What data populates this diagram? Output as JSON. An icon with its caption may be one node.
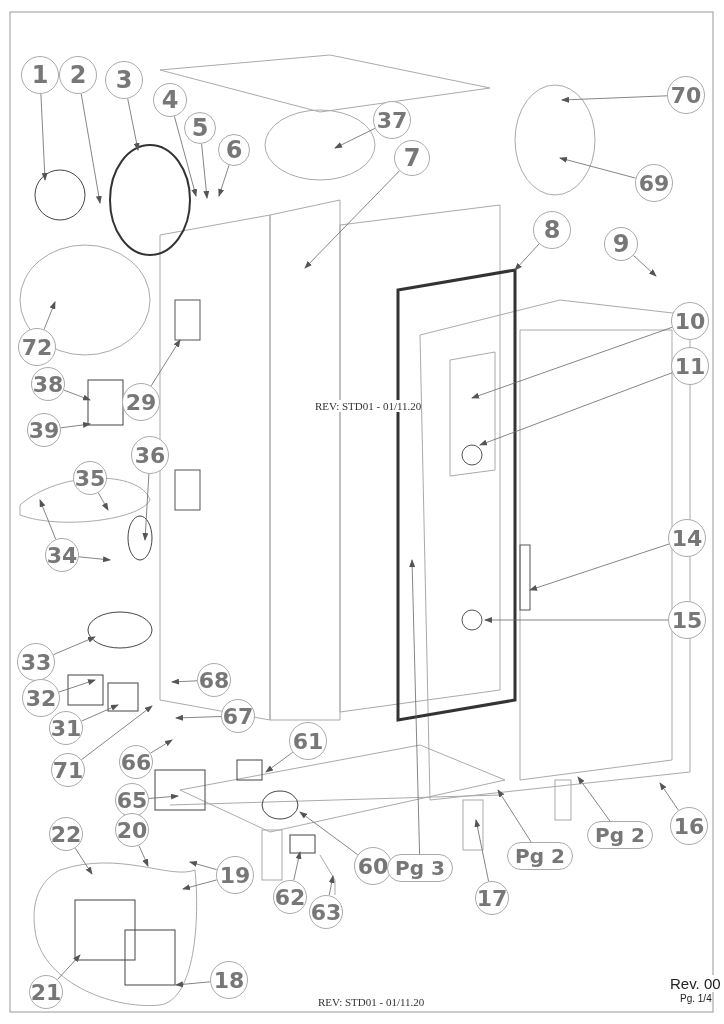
{
  "diagram": {
    "nodes": [
      {
        "text": [
          "1"
        ]
      },
      {
        "text": [
          "2"
        ]
      },
      {
        "text": [
          "3"
        ]
      },
      {
        "text": [
          "4"
        ]
      },
      {
        "text": [
          "5"
        ]
      },
      {
        "text": [
          "6"
        ]
      },
      {
        "text": [
          "37"
        ]
      },
      {
        "text": [
          "7"
        ]
      },
      {
        "text": [
          "70"
        ]
      },
      {
        "text": [
          "69"
        ]
      },
      {
        "text": [
          "8"
        ]
      },
      {
        "text": [
          "9"
        ]
      },
      {
        "text": [
          "10"
        ]
      },
      {
        "text": [
          "11"
        ]
      },
      {
        "text": [
          "72"
        ]
      },
      {
        "text": [
          "38"
        ]
      },
      {
        "text": [
          "39"
        ]
      },
      {
        "text": [
          "29"
        ]
      },
      {
        "text": [
          "36"
        ]
      },
      {
        "text": [
          "35"
        ]
      },
      {
        "text": [
          "34"
        ]
      },
      {
        "text": [
          "14"
        ]
      },
      {
        "text": [
          "15"
        ]
      },
      {
        "text": [
          "33"
        ]
      },
      {
        "text": [
          "32"
        ]
      },
      {
        "text": [
          "68"
        ]
      },
      {
        "text": [
          "67"
        ]
      },
      {
        "text": [
          "31"
        ]
      },
      {
        "text": [
          "71"
        ]
      },
      {
        "text": [
          "66"
        ]
      },
      {
        "text": [
          "61"
        ]
      },
      {
        "text": [
          "65"
        ]
      },
      {
        "text": [
          "20"
        ]
      },
      {
        "text": [
          "22"
        ]
      },
      {
        "text": [
          "19"
        ]
      },
      {
        "text": [
          "16"
        ]
      },
      {
        "text": [
          "Pg 2"
        ]
      },
      {
        "text": [
          "60"
        ]
      },
      {
        "text": [
          "Pg 3"
        ]
      },
      {
        "text": [
          "Pg 2"
        ]
      },
      {
        "text": [
          "62"
        ]
      },
      {
        "text": [
          "63"
        ]
      },
      {
        "text": [
          "17"
        ]
      },
      {
        "text": [
          "21"
        ]
      },
      {
        "text": [
          "18"
        ]
      }
    ],
    "edges": [
      {
        "from": 0,
        "to": null,
        "arrow": "to"
      },
      {
        "from": 1,
        "to": null,
        "arrow": "to"
      },
      {
        "from": 2,
        "to": null,
        "arrow": "to"
      },
      {
        "from": 3,
        "to": null,
        "arrow": "to"
      },
      {
        "from": 4,
        "to": null,
        "arrow": "to"
      },
      {
        "from": 5,
        "to": null,
        "arrow": "to"
      },
      {
        "from": 6,
        "to": null,
        "arrow": "to"
      },
      {
        "from": 7,
        "to": null,
        "arrow": "to"
      },
      {
        "from": 8,
        "to": null,
        "arrow": "to"
      },
      {
        "from": 9,
        "to": null,
        "arrow": "to"
      },
      {
        "from": 10,
        "to": null,
        "arrow": "to"
      },
      {
        "from": 11,
        "to": null,
        "arrow": "to"
      },
      {
        "from": 12,
        "to": null,
        "arrow": "to"
      },
      {
        "from": 13,
        "to": null,
        "arrow": "to"
      },
      {
        "from": 14,
        "to": null,
        "arrow": "to"
      },
      {
        "from": 15,
        "to": null,
        "arrow": "to"
      },
      {
        "from": 16,
        "to": null,
        "arrow": "to"
      },
      {
        "from": 17,
        "to": null,
        "arrow": "to"
      },
      {
        "from": 18,
        "to": null,
        "arrow": "to"
      },
      {
        "from": 19,
        "to": null,
        "arrow": "to"
      },
      {
        "from": 20,
        "to": null,
        "arrow": "to"
      },
      {
        "from": 20,
        "to": null,
        "arrow": "to"
      },
      {
        "from": 21,
        "to": null,
        "arrow": "to"
      },
      {
        "from": 22,
        "to": null,
        "arrow": "to"
      },
      {
        "from": 23,
        "to": null,
        "arrow": "to"
      },
      {
        "from": 24,
        "to": null,
        "arrow": "to"
      },
      {
        "from": 25,
        "to": null,
        "arrow": "to"
      },
      {
        "from": 26,
        "to": null,
        "arrow": "to"
      },
      {
        "from": 27,
        "to": null,
        "arrow": "to"
      },
      {
        "from": 28,
        "to": null,
        "arrow": "to"
      },
      {
        "from": 29,
        "to": null,
        "arrow": "to"
      },
      {
        "from": 30,
        "to": null,
        "arrow": "to"
      },
      {
        "from": 31,
        "to": null,
        "arrow": "to"
      },
      {
        "from": 32,
        "to": null,
        "arrow": "to"
      },
      {
        "from": 33,
        "to": null,
        "arrow": "to"
      },
      {
        "from": 34,
        "to": null,
        "arrow": "to"
      },
      {
        "from": 34,
        "to": null,
        "arrow": "to"
      },
      {
        "from": 35,
        "to": null,
        "arrow": "to"
      },
      {
        "from": 36,
        "to": null,
        "arrow": "to"
      },
      {
        "from": 37,
        "to": null,
        "arrow": "to"
      },
      {
        "from": 38,
        "to": null,
        "arrow": "to"
      },
      {
        "from": 39,
        "to": null,
        "arrow": "to"
      },
      {
        "from": 40,
        "to": null,
        "arrow": "to"
      },
      {
        "from": 41,
        "to": null,
        "arrow": "to"
      },
      {
        "from": 42,
        "to": null,
        "arrow": "to"
      },
      {
        "from": 43,
        "to": null,
        "arrow": "to"
      },
      {
        "from": 44,
        "to": null,
        "arrow": "to"
      }
    ],
    "labels": [
      "REV: STD01 - 01/11.20",
      "Rev. 00",
      "Pg. 1/4",
      "REV: STD01 - 01/11.20"
    ]
  }
}
